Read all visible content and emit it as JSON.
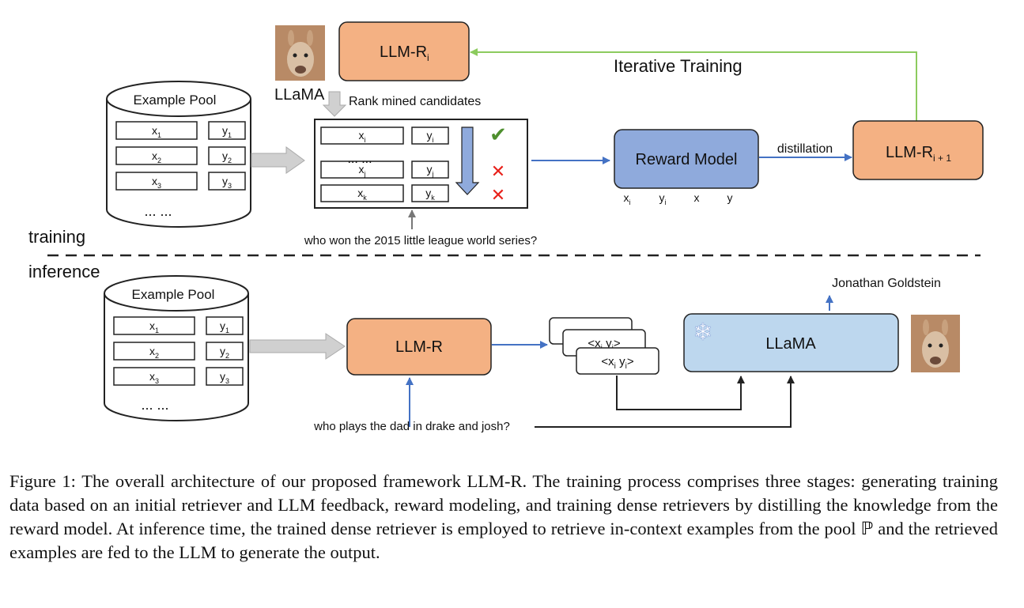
{
  "figure": {
    "pool_title": "Example Pool",
    "pool_rows": [
      {
        "x": "x",
        "x_sub": "1",
        "y": "y",
        "y_sub": "1"
      },
      {
        "x": "x",
        "x_sub": "2",
        "y": "y",
        "y_sub": "2"
      },
      {
        "x": "x",
        "x_sub": "3",
        "y": "y",
        "y_sub": "3"
      }
    ],
    "pool_ellipsis": "... ...",
    "llama_label": "LLaMA",
    "rank_label": "Rank mined candidates",
    "llm_ri": {
      "base": "LLM-R",
      "sub": "i"
    },
    "llm_ri1": {
      "base": "LLM-R",
      "sub": "i + 1"
    },
    "iterative_label": "Iterative Training",
    "candidates": [
      {
        "x": "x",
        "x_sub": "i",
        "y": "y",
        "y_sub": "i",
        "mark": "✔"
      },
      {
        "x": "x",
        "x_sub": "j",
        "y": "y",
        "y_sub": "j",
        "mark": "✕"
      },
      {
        "x": "x",
        "x_sub": "k",
        "y": "y",
        "y_sub": "k",
        "mark": "✕"
      }
    ],
    "candidates_ellipsis": "... ...",
    "train_query": "who won the 2015 little league world series?",
    "reward_model": "Reward Model",
    "reward_inputs": [
      {
        "t": "x",
        "s": "i"
      },
      {
        "t": "y",
        "s": "i"
      },
      {
        "t": "x",
        "s": ""
      },
      {
        "t": "y",
        "s": ""
      }
    ],
    "distillation": "distillation",
    "training_label": "training",
    "inference_label": "inference",
    "llm_r": "LLM-R",
    "retrieved": [
      "<x",
      "y",
      ">"
    ],
    "retrieved_sub": [
      "i",
      "i"
    ],
    "llama_box": "LLaMA",
    "output_answer": "Jonathan Goldstein",
    "infer_query": "who plays the dad in drake and josh?",
    "snowflake": "❄",
    "colors": {
      "orange": "#F4B183",
      "blue_box": "#8FAADC",
      "light_blue": "#BDD7EE",
      "green_arrow": "#8CCB5E",
      "blue_arrow": "#4472C4",
      "check": "#4E8F2E",
      "cross": "#E8211B"
    }
  },
  "caption": "Figure 1: The overall architecture of our proposed framework LLM-R. The training process comprises three stages: generating training data based on an initial retriever and LLM feedback, reward modeling, and training dense retrievers by distilling the knowledge from the reward model.  At inference time, the trained dense retriever is employed to retrieve in-context examples from the pool ℙ and the retrieved examples are fed to the LLM to generate the output."
}
